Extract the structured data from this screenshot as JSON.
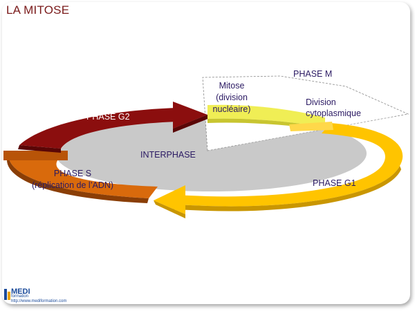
{
  "title": "LA MITOSE",
  "labels": {
    "phase_m": "PHASE M",
    "mitose": [
      "Mitose",
      "(division",
      "nucléaire)"
    ],
    "division": [
      "Division",
      "cytoplasmique"
    ],
    "phase_g2": "PHASE G2",
    "interphase": "INTERPHASE",
    "phase_s": [
      "PHASE S",
      "(réplication de l’ADN)"
    ],
    "phase_g1": "PHASE G1"
  },
  "logo": {
    "name": "MEDI",
    "sub": "formation",
    "url": "http://www.mediformation.com"
  },
  "colors": {
    "g2": "#8b0e0e",
    "s": "#d96a0c",
    "g1": "#ffc400",
    "mitosis": "#f0ee55",
    "cytokinesis": "#ffd84a",
    "interphase_disc": "#c9c9c9",
    "label_text": "#2b1a63",
    "title": "#7a1a1a"
  }
}
